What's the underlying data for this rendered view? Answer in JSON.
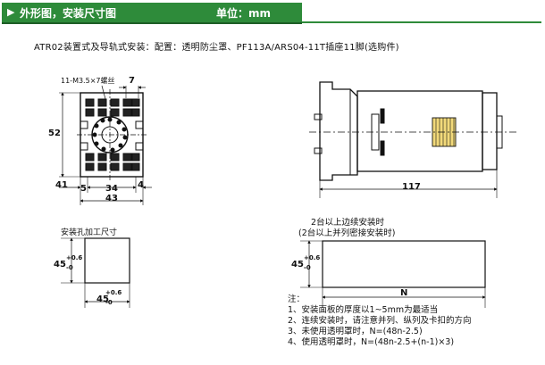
{
  "header": {
    "arrow": "▶",
    "title": "外形图，安装尺寸图",
    "unit": "单位：mm",
    "color": "#2e8b3a"
  },
  "description": "ATR02装置式及导轨式安装：配置：透明防尘罩、PF113A/ARS04-11T插座11脚(选购件)",
  "front_view": {
    "screw_label": "11-M3.5×7螺丝",
    "dim_top": "7",
    "dim_height": "52",
    "dim_left": "41",
    "dim_a": "5",
    "dim_b": "34",
    "dim_c": "4",
    "dim_total": "43"
  },
  "side_view": {
    "dim_length": "117"
  },
  "cutout_single": {
    "title": "安装孔加工尺寸",
    "height_dim": "45",
    "height_tol_plus": "+0.6",
    "height_tol_minus": "-0",
    "width_dim": "45",
    "width_tol_plus": "+0.6",
    "width_tol_minus": "-0"
  },
  "cutout_multi": {
    "title_line1": "2台以上边续安装时",
    "title_line2": "(2台以上并列密接安装时)",
    "height_dim": "45",
    "height_tol_plus": "+0.6",
    "height_tol_minus": "-0",
    "width_label": "N"
  },
  "notes": {
    "heading": "注：",
    "items": [
      "1、安装面板的厚度以1~5mm为最适当",
      "2、连续安装时，请注意并列、纵列及卡扣的方向",
      "3、未使用透明罩时，N=(48n-2.5)",
      "4、使用透明罩时，N=(48n-2.5+(n-1)×3)"
    ]
  }
}
